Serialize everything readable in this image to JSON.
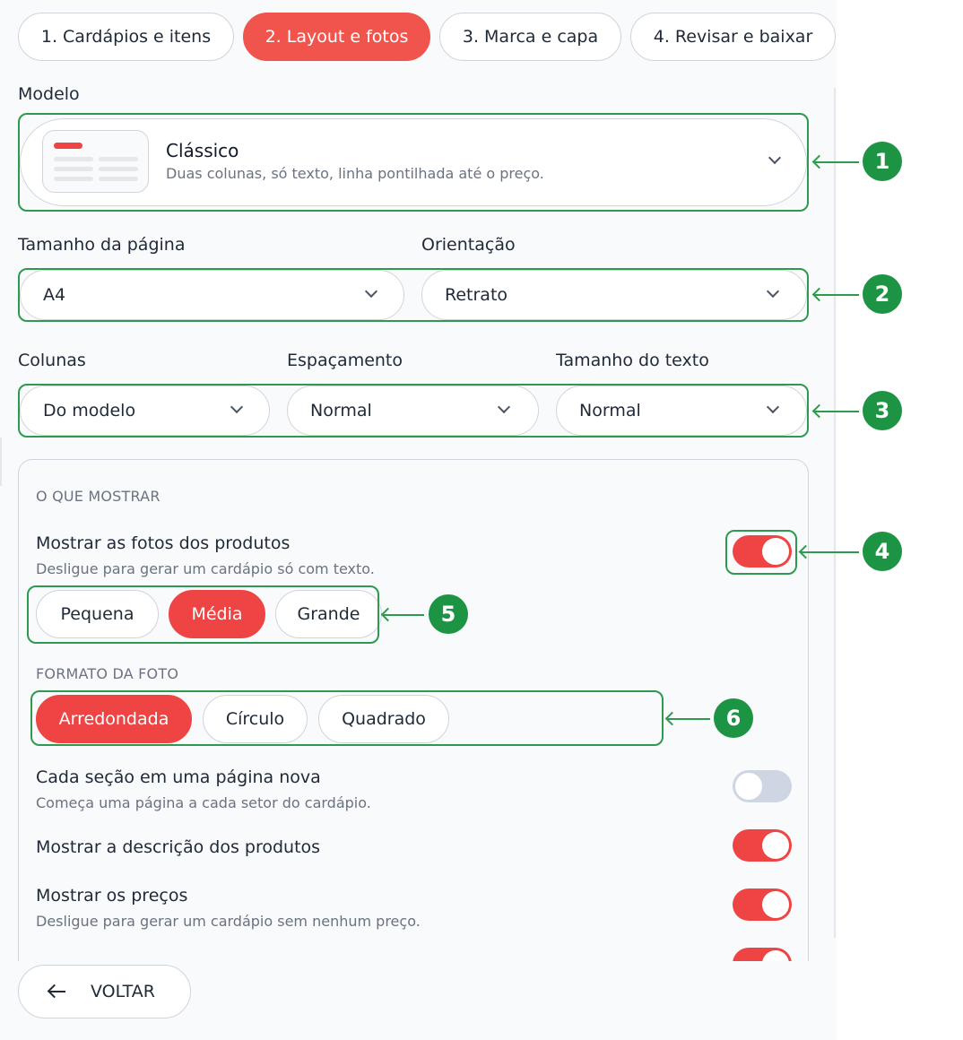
{
  "tabs": [
    {
      "label": "1. Cardápios e itens",
      "active": false
    },
    {
      "label": "2. Layout e fotos",
      "active": true
    },
    {
      "label": "3. Marca e capa",
      "active": false
    },
    {
      "label": "4. Revisar e baixar",
      "active": false
    }
  ],
  "modelo": {
    "label": "Modelo",
    "title": "Clássico",
    "description": "Duas colunas, só texto, linha pontilhada até o preço."
  },
  "page_size": {
    "label": "Tamanho da página",
    "value": "A4"
  },
  "orientation": {
    "label": "Orientação",
    "value": "Retrato"
  },
  "columns": {
    "label": "Colunas",
    "value": "Do modelo"
  },
  "spacing": {
    "label": "Espaçamento",
    "value": "Normal"
  },
  "text_size": {
    "label": "Tamanho do texto",
    "value": "Normal"
  },
  "show_section": {
    "heading": "O QUE MOSTRAR",
    "photos": {
      "title": "Mostrar as fotos dos produtos",
      "desc": "Desligue para gerar um cardápio só com texto.",
      "on": true
    },
    "photo_sizes": [
      "Pequena",
      "Média",
      "Grande"
    ],
    "photo_size_selected": "Média",
    "photo_format_heading": "FORMATO DA FOTO",
    "photo_formats": [
      "Arredondada",
      "Círculo",
      "Quadrado"
    ],
    "photo_format_selected": "Arredondada",
    "new_page": {
      "title": "Cada seção em uma página nova",
      "desc": "Começa uma página a cada setor do cardápio.",
      "on": false
    },
    "descriptions": {
      "title": "Mostrar a descrição dos produtos",
      "on": true
    },
    "prices": {
      "title": "Mostrar os preços",
      "desc": "Desligue para gerar um cardápio sem nenhum preço.",
      "on": true
    }
  },
  "back_button": {
    "label": "VOLTAR"
  },
  "annotations": [
    "1",
    "2",
    "3",
    "4",
    "5",
    "6"
  ],
  "colors": {
    "accent": "#ef4444",
    "annotation": "#1d9443"
  }
}
